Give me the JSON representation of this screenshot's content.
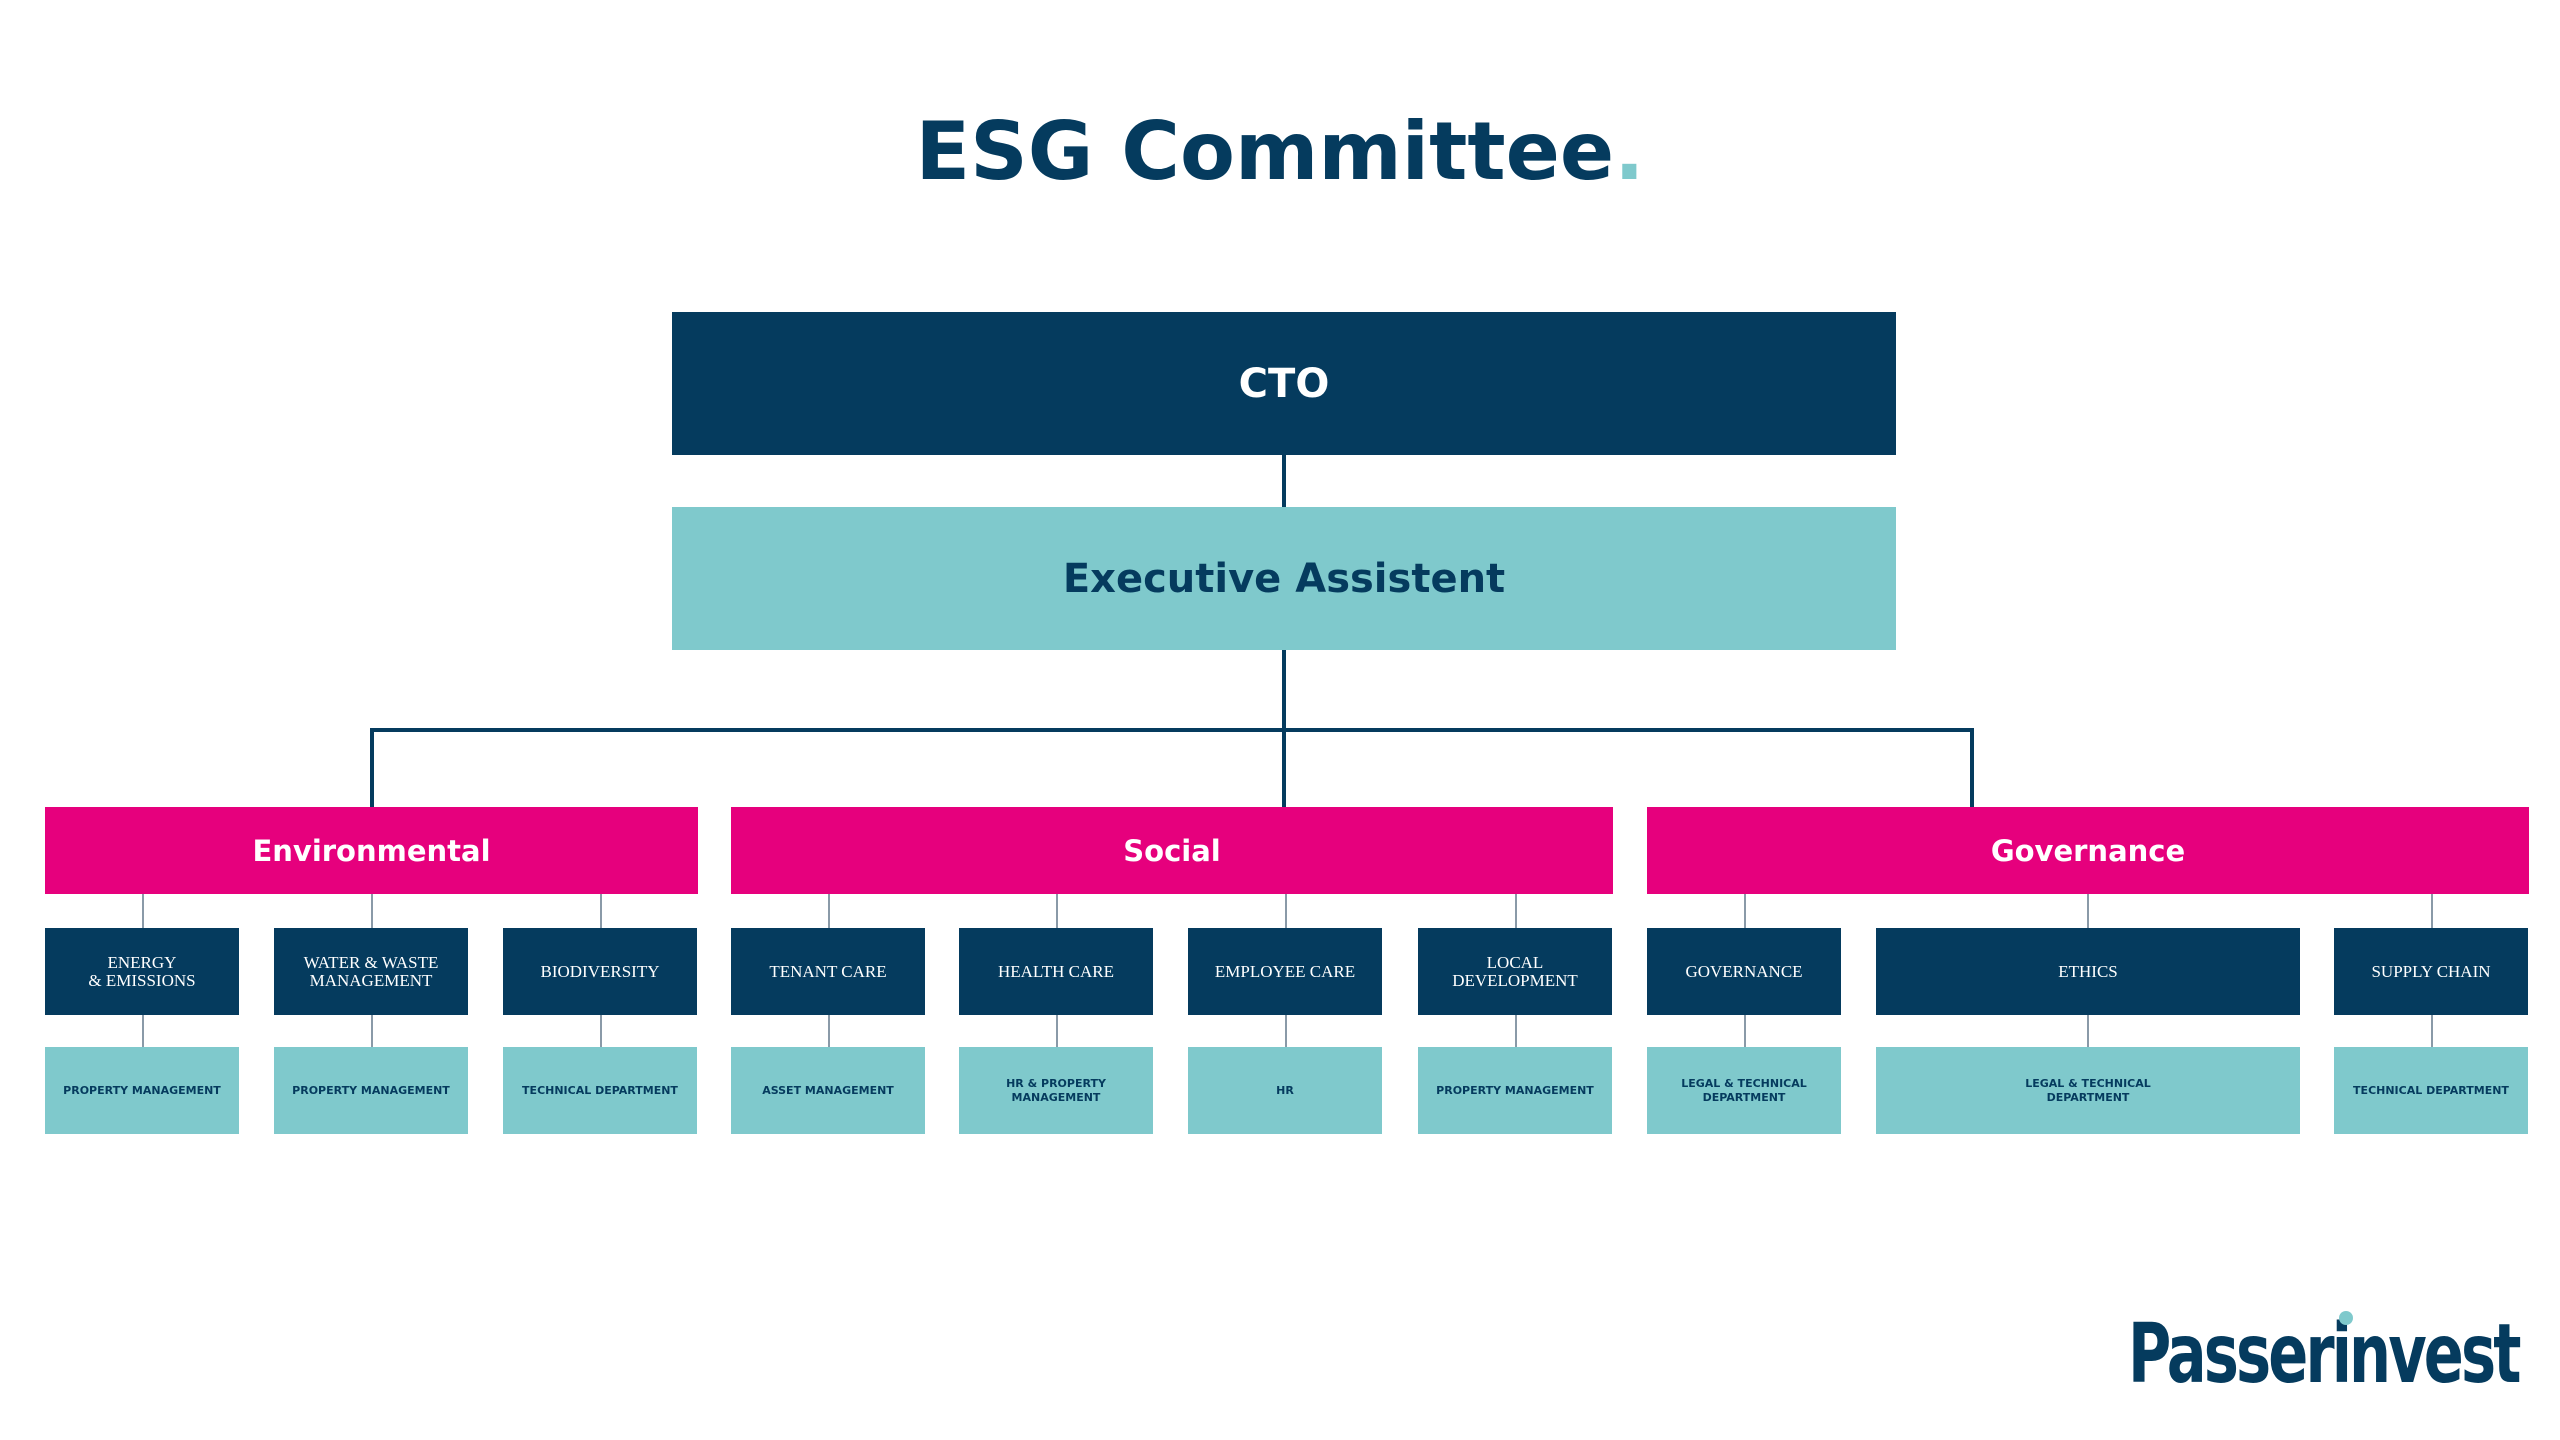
{
  "title": "ESG Committee",
  "title_dot": ".",
  "top": {
    "label": "CTO"
  },
  "assistant": {
    "label": "Executive Assistent"
  },
  "categories": [
    {
      "name": "Environmental",
      "items": [
        {
          "topic": "ENERGY\n& EMISSIONS",
          "owner": "PROPERTY MANAGEMENT"
        },
        {
          "topic": "WATER & WASTE\nMANAGEMENT",
          "owner": "PROPERTY MANAGEMENT"
        },
        {
          "topic": "BIODIVERSITY",
          "owner": "TECHNICAL DEPARTMENT"
        }
      ]
    },
    {
      "name": "Social",
      "items": [
        {
          "topic": "TENANT CARE",
          "owner": "ASSET MANAGEMENT"
        },
        {
          "topic": "HEALTH CARE",
          "owner": "HR & PROPERTY MANAGEMENT"
        },
        {
          "topic": "EMPLOYEE CARE",
          "owner": "HR"
        },
        {
          "topic": "LOCAL DEVELOPMENT",
          "owner": "PROPERTY MANAGEMENT"
        }
      ]
    },
    {
      "name": "Governance",
      "items": [
        {
          "topic": "GOVERNANCE",
          "owner": "LEGAL & TECHNICAL\nDEPARTMENT"
        },
        {
          "topic": "ETHICS",
          "owner": "LEGAL & TECHNICAL\nDEPARTMENT"
        },
        {
          "topic": "SUPPLY CHAIN",
          "owner": "TECHNICAL DEPARTMENT"
        }
      ]
    }
  ],
  "logo": {
    "text": "Passerinvest"
  },
  "colors": {
    "navy": "#053b5e",
    "teal": "#7fc9cc",
    "pink": "#e6007d"
  }
}
